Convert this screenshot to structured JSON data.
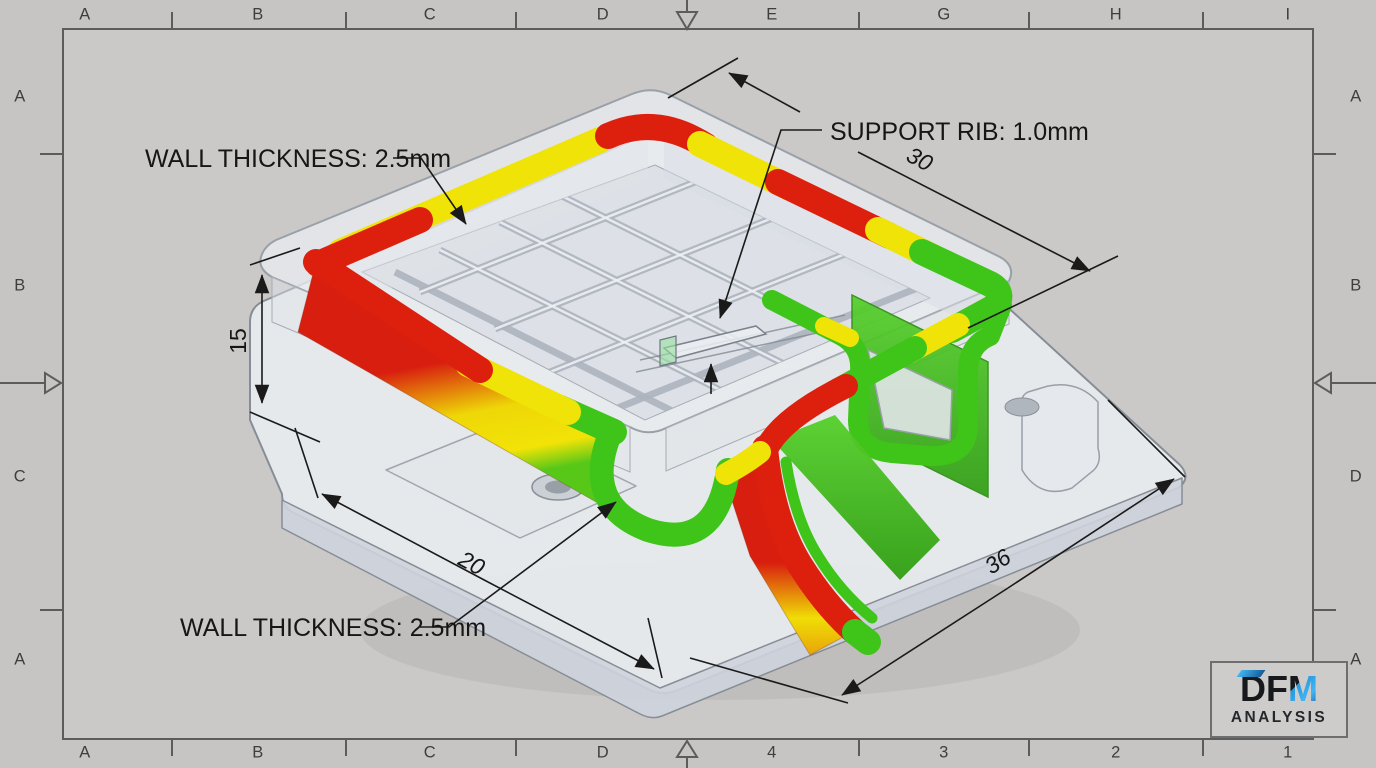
{
  "frame": {
    "top_labels": [
      "A",
      "B",
      "C",
      "D",
      "E",
      "G",
      "H",
      "I"
    ],
    "bottom_labels": [
      "A",
      "B",
      "C",
      "D",
      "4",
      "3",
      "2",
      "1"
    ],
    "left_labels": [
      "A",
      "B",
      "C",
      "A"
    ],
    "right_labels": [
      "A",
      "B",
      "D",
      "A"
    ]
  },
  "annotations": {
    "wall_thickness_top": "WALL THICKNESS: 2.5mm",
    "support_rib": "SUPPORT RIB: 1.0mm",
    "wall_thickness_bottom": "WALL THICKNESS: 2.5mm"
  },
  "dimensions": {
    "left_height": "15",
    "front_left_width": "20",
    "rear_right_depth": "30",
    "front_right_width": "36"
  },
  "logo": {
    "name_prefix": "DF",
    "name_accent": "M",
    "subtitle": "ANALYSIS"
  },
  "heatmap_colors": {
    "thin_wall_red": "#dd1f0e",
    "marginal_yellow": "#f0e307",
    "safe_green": "#3fc41a",
    "sheet_gray": "#cac9c7",
    "part_body": "#e9ecef",
    "line_black": "#1a1a1a",
    "frame_gray": "#5c5c5c",
    "logo_blue": "#2698dd"
  }
}
